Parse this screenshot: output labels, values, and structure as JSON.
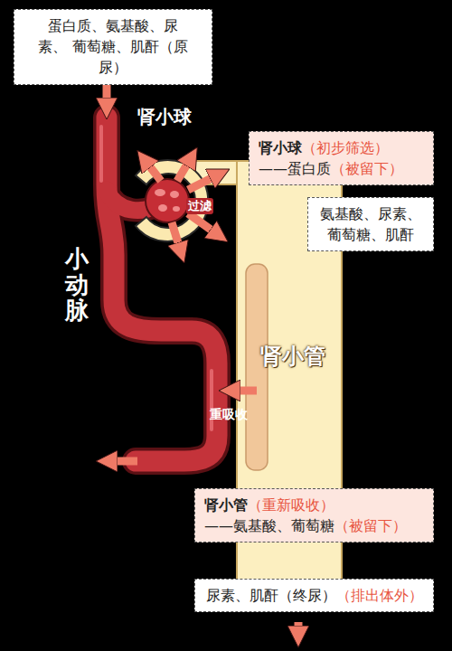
{
  "diagram": {
    "nodes": [
      {
        "text": [
          "蛋白质、氨基酸、尿素、 葡萄糖、肌酐（原尿）"
        ]
      },
      {
        "text": [
          "肾小球",
          "（初步筛选）",
          "——蛋白质",
          "（被留下）"
        ]
      },
      {
        "text": [
          "氨基酸、尿素、 葡萄糖、肌酐"
        ]
      },
      {
        "text": [
          "肾小管",
          "（重新吸收）",
          "——氨基酸、葡萄糖",
          "（被留下）"
        ]
      },
      {
        "text": [
          "尿素、肌酐（终尿）",
          "（排出体外）"
        ]
      }
    ],
    "labels": [
      "肾小球",
      "过滤",
      "小动脉",
      "肾小管",
      "重吸收"
    ]
  }
}
